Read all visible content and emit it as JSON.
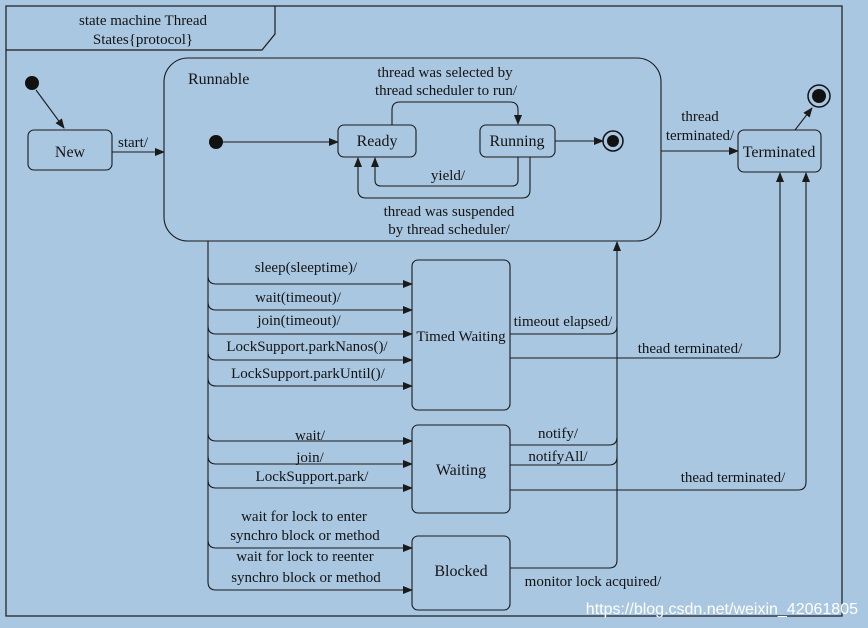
{
  "colors": {
    "background": "#a9c7e1",
    "line": "#1a1a1a",
    "watermark": "#ffffff"
  },
  "frame": {
    "title_line1": "state machine Thread",
    "title_line2": "States{protocol}"
  },
  "states": {
    "new": "New",
    "runnable": "Runnable",
    "ready": "Ready",
    "running": "Running",
    "terminated": "Terminated",
    "timed_waiting": "Timed Waiting",
    "waiting": "Waiting",
    "blocked": "Blocked"
  },
  "transitions": {
    "start": "start/",
    "selected_line1": "thread was selected by",
    "selected_line2": "thread scheduler to run/",
    "yield": "yield/",
    "suspended_line1": "thread was suspended",
    "suspended_line2": "by thread scheduler/",
    "thread_terminated_line1": "thread",
    "thread_terminated_line2": "terminated/",
    "sleep": "sleep(sleeptime)/",
    "wait_timeout": "wait(timeout)/",
    "join_timeout": "join(timeout)/",
    "park_nanos": "LockSupport.parkNanos()/",
    "park_until": "LockSupport.parkUntil()/",
    "timeout_elapsed": "timeout elapsed/",
    "thead_terminated_1": "thead terminated/",
    "wait": "wait/",
    "join": "join/",
    "park": "LockSupport.park/",
    "notify": "notify/",
    "notify_all": "notifyAll/",
    "thead_terminated_2": "thead terminated/",
    "lock_enter_line1": "wait for lock to enter",
    "lock_enter_line2": "synchro block or method",
    "lock_reenter_line1": "wait for lock to reenter",
    "lock_reenter_line2": "synchro block or method",
    "monitor_lock": "monitor lock acquired/"
  },
  "watermark": "https://blog.csdn.net/weixin_42061805"
}
